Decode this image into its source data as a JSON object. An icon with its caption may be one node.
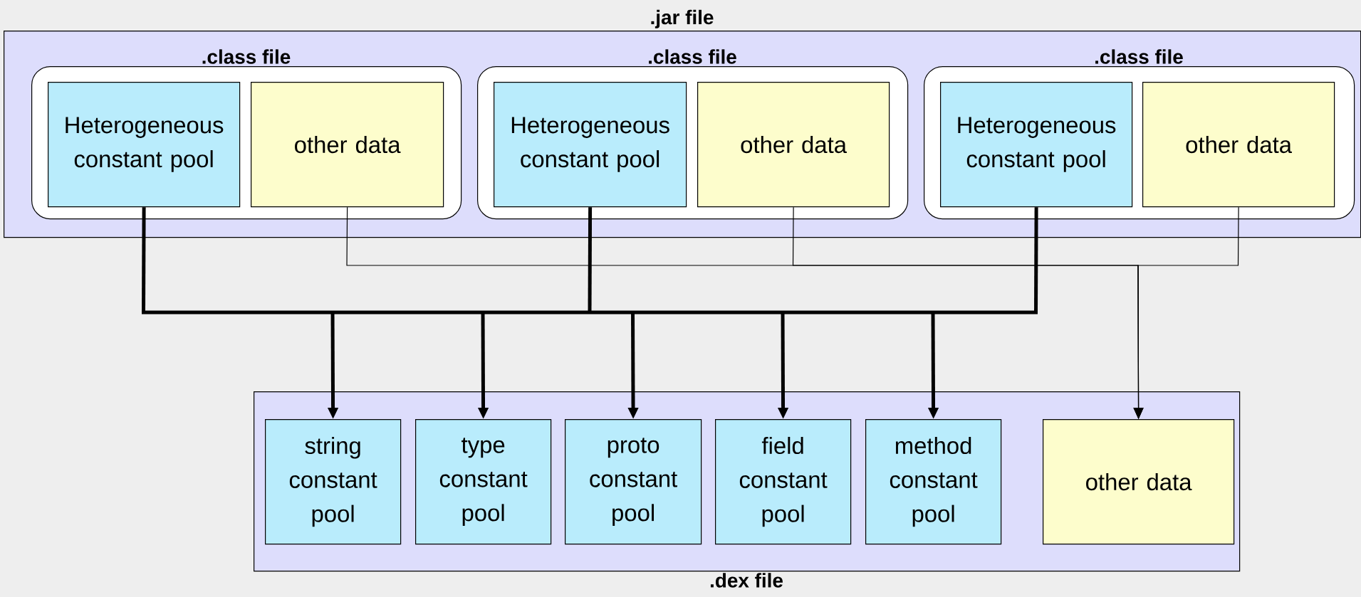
{
  "diagram": {
    "nodes": [
      {
        "text": [
          ".jar file"
        ]
      },
      {
        "text": [
          ".class file"
        ],
        "in": 0
      },
      {
        "text": [
          "Heterogeneous constant pool"
        ],
        "in": 1
      },
      {
        "text": [
          "other data"
        ],
        "in": 1
      },
      {
        "text": [
          ".class file"
        ],
        "in": 0
      },
      {
        "text": [
          "Heterogeneous constant pool"
        ],
        "in": 4
      },
      {
        "text": [
          "other data"
        ],
        "in": 4
      },
      {
        "text": [
          ".class file"
        ],
        "in": 0
      },
      {
        "text": [
          "Heterogeneous constant pool"
        ],
        "in": 7
      },
      {
        "text": [
          "other data"
        ],
        "in": 7
      },
      {
        "text": [
          ".dex file"
        ]
      },
      {
        "text": [
          "string constant pool"
        ],
        "in": 10
      },
      {
        "text": [
          "type constant pool"
        ],
        "in": 10
      },
      {
        "text": [
          "proto constant pool"
        ],
        "in": 10
      },
      {
        "text": [
          "field constant pool"
        ],
        "in": 10
      },
      {
        "text": [
          "method constant pool"
        ],
        "in": 10
      },
      {
        "text": [
          "other data"
        ],
        "in": 10
      }
    ],
    "edges": [
      {
        "from": 2,
        "to": 11,
        "arrow": "to"
      },
      {
        "from": 2,
        "to": 12,
        "arrow": "to"
      },
      {
        "from": 2,
        "to": 13,
        "arrow": "to"
      },
      {
        "from": 2,
        "to": 14,
        "arrow": "to"
      },
      {
        "from": 2,
        "to": 15,
        "arrow": "to"
      },
      {
        "from": 5,
        "to": 11,
        "arrow": "to"
      },
      {
        "from": 5,
        "to": 12,
        "arrow": "to"
      },
      {
        "from": 5,
        "to": 13,
        "arrow": "to"
      },
      {
        "from": 5,
        "to": 14,
        "arrow": "to"
      },
      {
        "from": 5,
        "to": 15,
        "arrow": "to"
      },
      {
        "from": 8,
        "to": 11,
        "arrow": "to"
      },
      {
        "from": 8,
        "to": 12,
        "arrow": "to"
      },
      {
        "from": 8,
        "to": 13,
        "arrow": "to"
      },
      {
        "from": 8,
        "to": 14,
        "arrow": "to"
      },
      {
        "from": 8,
        "to": 15,
        "arrow": "to"
      },
      {
        "from": 3,
        "to": 16,
        "arrow": "to"
      },
      {
        "from": 6,
        "to": 16,
        "arrow": "to"
      },
      {
        "from": 9,
        "to": 16,
        "arrow": "to"
      }
    ]
  }
}
